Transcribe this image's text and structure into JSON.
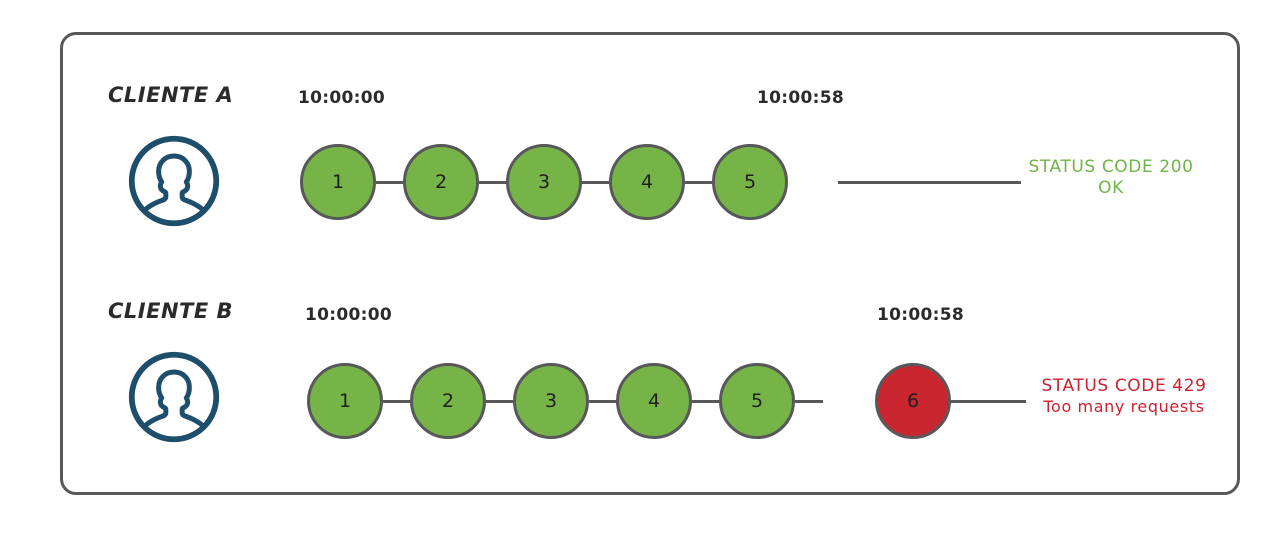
{
  "diagram": {
    "title_present": false,
    "colors": {
      "frame_border": "#58585a",
      "node_ok_fill": "#76b447",
      "node_err_fill": "#c9262f",
      "node_border": "#58585a",
      "avatar_stroke": "#1d4e6b",
      "status_ok_text": "#6fb545",
      "status_err_text": "#cc2030",
      "label_text": "#2b2b2b",
      "background": "#ffffff"
    },
    "rows": [
      {
        "id": "client-a",
        "client_label": "CLIENTE A",
        "avatar_icon": "user-circle-icon",
        "start_time": "10:00:00",
        "end_time": "10:00:58",
        "nodes": [
          {
            "label": "1",
            "state": "ok"
          },
          {
            "label": "2",
            "state": "ok"
          },
          {
            "label": "3",
            "state": "ok"
          },
          {
            "label": "4",
            "state": "ok"
          },
          {
            "label": "5",
            "state": "ok"
          }
        ],
        "status": {
          "state": "ok",
          "line1": "STATUS CODE 200",
          "line2": "OK"
        }
      },
      {
        "id": "client-b",
        "client_label": "CLIENTE B",
        "avatar_icon": "user-circle-icon",
        "start_time": "10:00:00",
        "end_time": "10:00:58",
        "nodes": [
          {
            "label": "1",
            "state": "ok"
          },
          {
            "label": "2",
            "state": "ok"
          },
          {
            "label": "3",
            "state": "ok"
          },
          {
            "label": "4",
            "state": "ok"
          },
          {
            "label": "5",
            "state": "ok"
          },
          {
            "label": "6",
            "state": "err"
          }
        ],
        "status": {
          "state": "err",
          "line1": "STATUS CODE 429",
          "line2": "Too many requests"
        }
      }
    ]
  }
}
